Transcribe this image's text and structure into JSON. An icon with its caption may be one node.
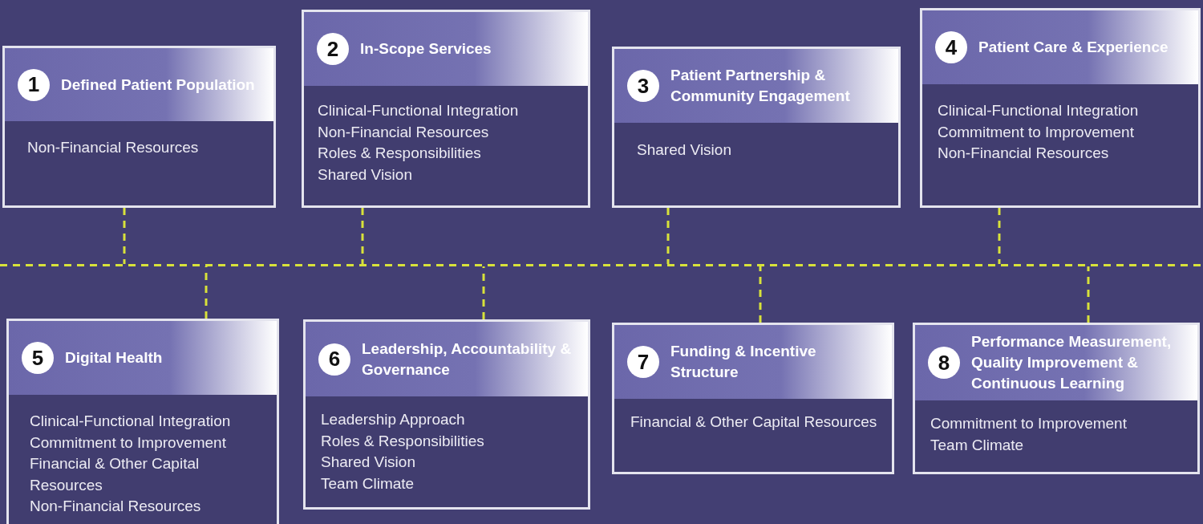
{
  "diagram": {
    "nodes": [
      {
        "text": [
          "1",
          "Defined Patient Population",
          "Non-Financial Resources"
        ]
      },
      {
        "text": [
          "2",
          "In-Scope Services",
          "Clinical-Functional Integration",
          "Non-Financial Resources",
          "Roles & Responsibilities",
          "Shared Vision"
        ]
      },
      {
        "text": [
          "3",
          "Patient Partnership & Community Engagement",
          "Shared Vision"
        ]
      },
      {
        "text": [
          "4",
          "Patient Care & Experience",
          "Clinical-Functional Integration",
          "Commitment to Improvement",
          "Non-Financial Resources"
        ]
      },
      {
        "text": [
          "5",
          "Digital Health",
          "Clinical-Functional Integration",
          "Commitment to Improvement",
          "Financial & Other Capital Resources",
          "Non-Financial Resources"
        ]
      },
      {
        "text": [
          "6",
          "Leadership, Accountability & Governance",
          "Leadership Approach",
          "Roles & Responsibilities",
          "Shared Vision",
          "Team Climate"
        ]
      },
      {
        "text": [
          "7",
          "Funding & Incentive Structure",
          "Financial & Other Capital Resources"
        ]
      },
      {
        "text": [
          "8",
          "Performance Measurement, Quality Improvement & Continuous Learning",
          "Commitment to Improvement",
          "Team Climate"
        ]
      },
      {
        "text": [],
        "shape": "bar"
      }
    ],
    "edges": [
      {
        "from": 0,
        "to": 8,
        "arrow": "none",
        "style": "dashed"
      },
      {
        "from": 1,
        "to": 8,
        "arrow": "none",
        "style": "dashed"
      },
      {
        "from": 2,
        "to": 8,
        "arrow": "none",
        "style": "dashed"
      },
      {
        "from": 3,
        "to": 8,
        "arrow": "none",
        "style": "dashed"
      },
      {
        "from": 4,
        "to": 8,
        "arrow": "none",
        "style": "dashed"
      },
      {
        "from": 5,
        "to": 8,
        "arrow": "none",
        "style": "dashed"
      },
      {
        "from": 6,
        "to": 8,
        "arrow": "none",
        "style": "dashed"
      },
      {
        "from": 7,
        "to": 8,
        "arrow": "none",
        "style": "dashed"
      }
    ]
  }
}
